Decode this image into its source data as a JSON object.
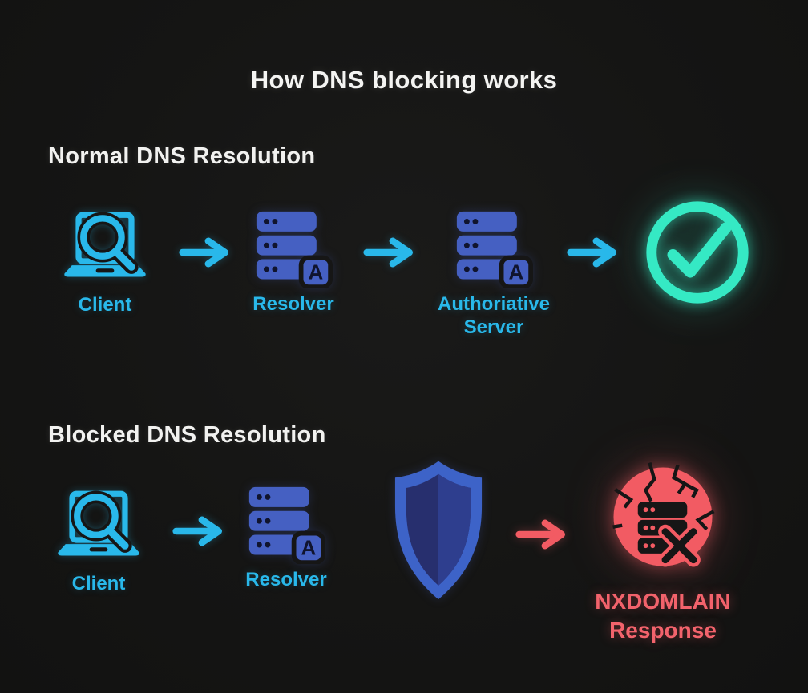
{
  "title": "How DNS blocking works",
  "sections": {
    "normal": {
      "heading": "Normal DNS Resolution",
      "client_label": "Client",
      "resolver_label": "Resolver",
      "authoritative_label": "Authoriative Server"
    },
    "blocked": {
      "heading": "Blocked DNS Resolution",
      "client_label": "Client",
      "resolver_label": "Resolver",
      "nxdomain_label_line1": "NXDOMLAIN",
      "nxdomain_label_line2": "Response"
    }
  },
  "icons": {
    "server_badge_letter": "A"
  },
  "colors": {
    "background": "#161616",
    "heading_text": "#f4f4f2",
    "cyan_accent": "#29b8ea",
    "server_blue": "#4560c2",
    "shield_border_blue": "#3d63c8",
    "shield_inner_dark": "#272f6e",
    "shield_inner_light": "#2e3e8e",
    "success_green": "#35e9c4",
    "error_red": "#f25b63",
    "error_text": "#f2636c"
  }
}
